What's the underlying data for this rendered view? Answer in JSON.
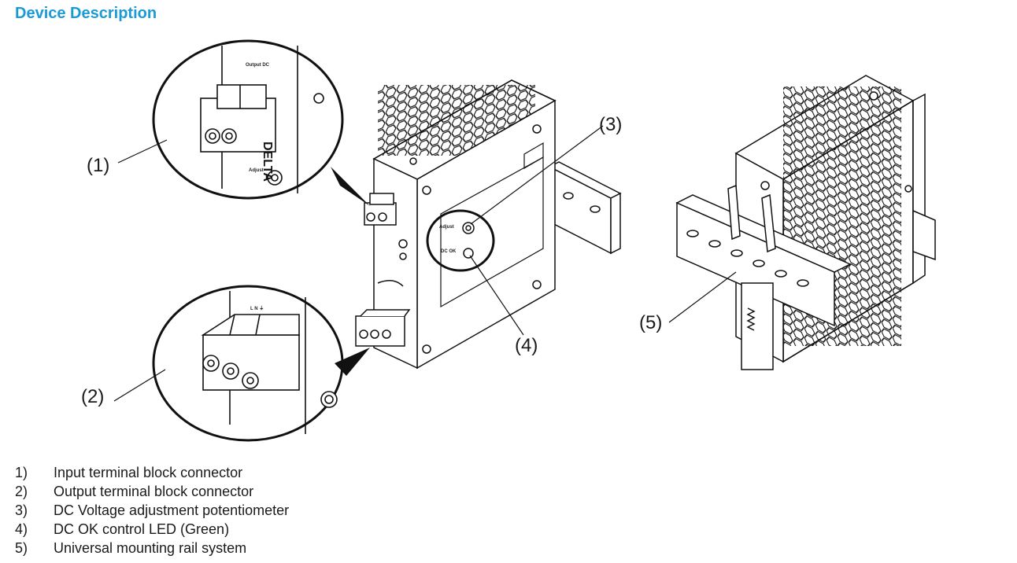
{
  "title": "Device Description",
  "callouts": [
    "(1)",
    "(2)",
    "(3)",
    "(4)",
    "(5)"
  ],
  "legend": [
    {
      "num": "1)",
      "text": "Input terminal block connector"
    },
    {
      "num": "2)",
      "text": "Output terminal block connector"
    },
    {
      "num": "3)",
      "text": "DC Voltage adjustment potentiometer"
    },
    {
      "num": "4)",
      "text": "DC OK control LED (Green)"
    },
    {
      "num": "5)",
      "text": "Universal mounting rail system"
    }
  ],
  "device_labels": {
    "brand": "DELTA",
    "adjust": "Adjust",
    "dc_ok": "DC OK",
    "output": "Output DC",
    "input_terminals": "L  N  ⏚"
  }
}
